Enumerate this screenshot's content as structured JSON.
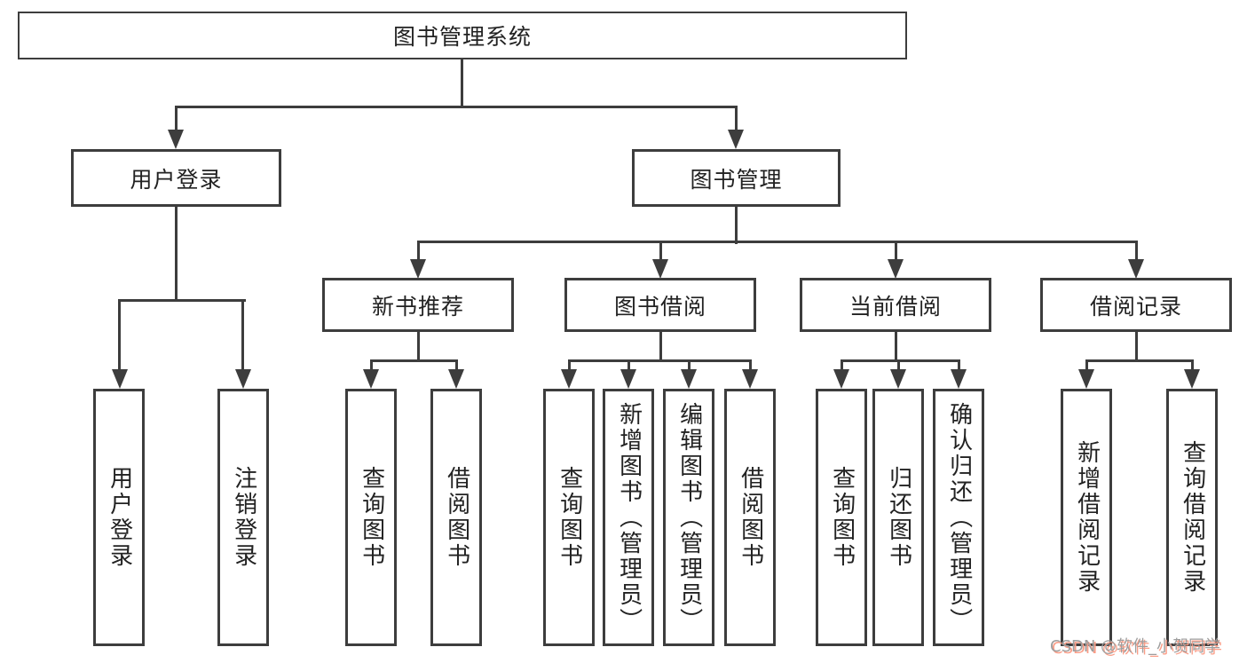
{
  "tree": {
    "root": {
      "label": "图书管理系统"
    },
    "branches": [
      {
        "label": "用户登录",
        "children": [
          {
            "label": "用户登录"
          },
          {
            "label": "注销登录"
          }
        ]
      },
      {
        "label": "图书管理",
        "children": [
          {
            "label": "新书推荐",
            "children": [
              {
                "label": "查询图书"
              },
              {
                "label": "借阅图书"
              }
            ]
          },
          {
            "label": "图书借阅",
            "children": [
              {
                "label": "查询图书"
              },
              {
                "label": "新增图书（管理员）"
              },
              {
                "label": "编辑图书（管理员）"
              },
              {
                "label": "借阅图书"
              }
            ]
          },
          {
            "label": "当前借阅",
            "children": [
              {
                "label": "查询图书"
              },
              {
                "label": "归还图书"
              },
              {
                "label": "确认归还（管理员）"
              }
            ]
          },
          {
            "label": "借阅记录",
            "children": [
              {
                "label": "新增借阅记录"
              },
              {
                "label": "查询借阅记录"
              }
            ]
          }
        ]
      }
    ]
  },
  "watermark": {
    "text": "CSDN @软件_小贺同学"
  },
  "colors": {
    "line": "#3d3d3d",
    "text": "#222222",
    "box_bg": "#ffffff",
    "watermark": "#9e9e9e",
    "watermark_shadow": "#fb9d87"
  }
}
